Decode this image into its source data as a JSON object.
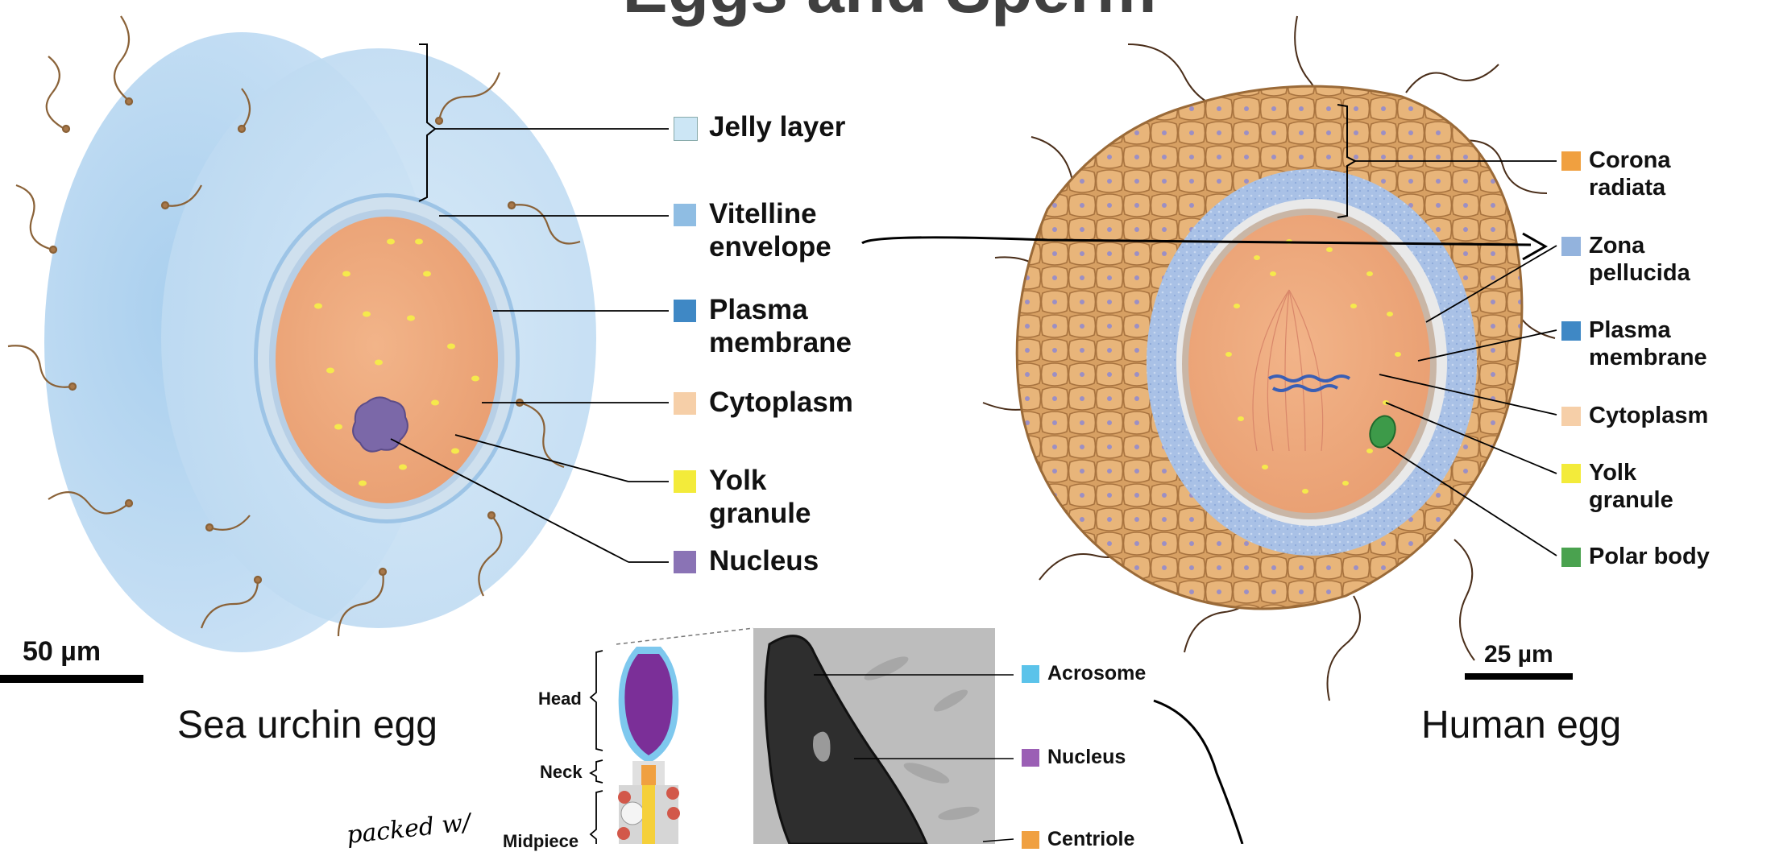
{
  "slide": {
    "title": "Eggs and Sperm"
  },
  "sea_urchin": {
    "caption": "Sea urchin egg",
    "scale": "50 µm",
    "labels": [
      {
        "text": "Jelly layer",
        "color": "#cce6f5"
      },
      {
        "text": "Vitelline\nenvelope",
        "color": "#8fbde3"
      },
      {
        "text": "Plasma\nmembrane",
        "color": "#3f88c5"
      },
      {
        "text": "Cytoplasm",
        "color": "#f6cfa8"
      },
      {
        "text": "Yolk\ngranule",
        "color": "#f3eb3a"
      },
      {
        "text": "Nucleus",
        "color": "#8a73b5"
      }
    ]
  },
  "human": {
    "caption": "Human egg",
    "scale": "25 µm",
    "labels": [
      {
        "text": "Corona\nradiata",
        "color": "#f0a040"
      },
      {
        "text": "Zona\npellucida",
        "color": "#93b3dd"
      },
      {
        "text": "Plasma\nmembrane",
        "color": "#3f88c5"
      },
      {
        "text": "Cytoplasm",
        "color": "#f6cfa8"
      },
      {
        "text": "Yolk\ngranule",
        "color": "#f3eb3a"
      },
      {
        "text": "Polar body",
        "color": "#4aa24f"
      }
    ]
  },
  "sperm": {
    "regions": [
      "Head",
      "Neck",
      "Midpiece"
    ],
    "labels": [
      {
        "text": "Acrosome",
        "color": "#5bc3ea"
      },
      {
        "text": "Nucleus",
        "color": "#9b5fb5"
      },
      {
        "text": "Centriole",
        "color": "#f0a040"
      }
    ]
  },
  "handwriting": "packed w/"
}
